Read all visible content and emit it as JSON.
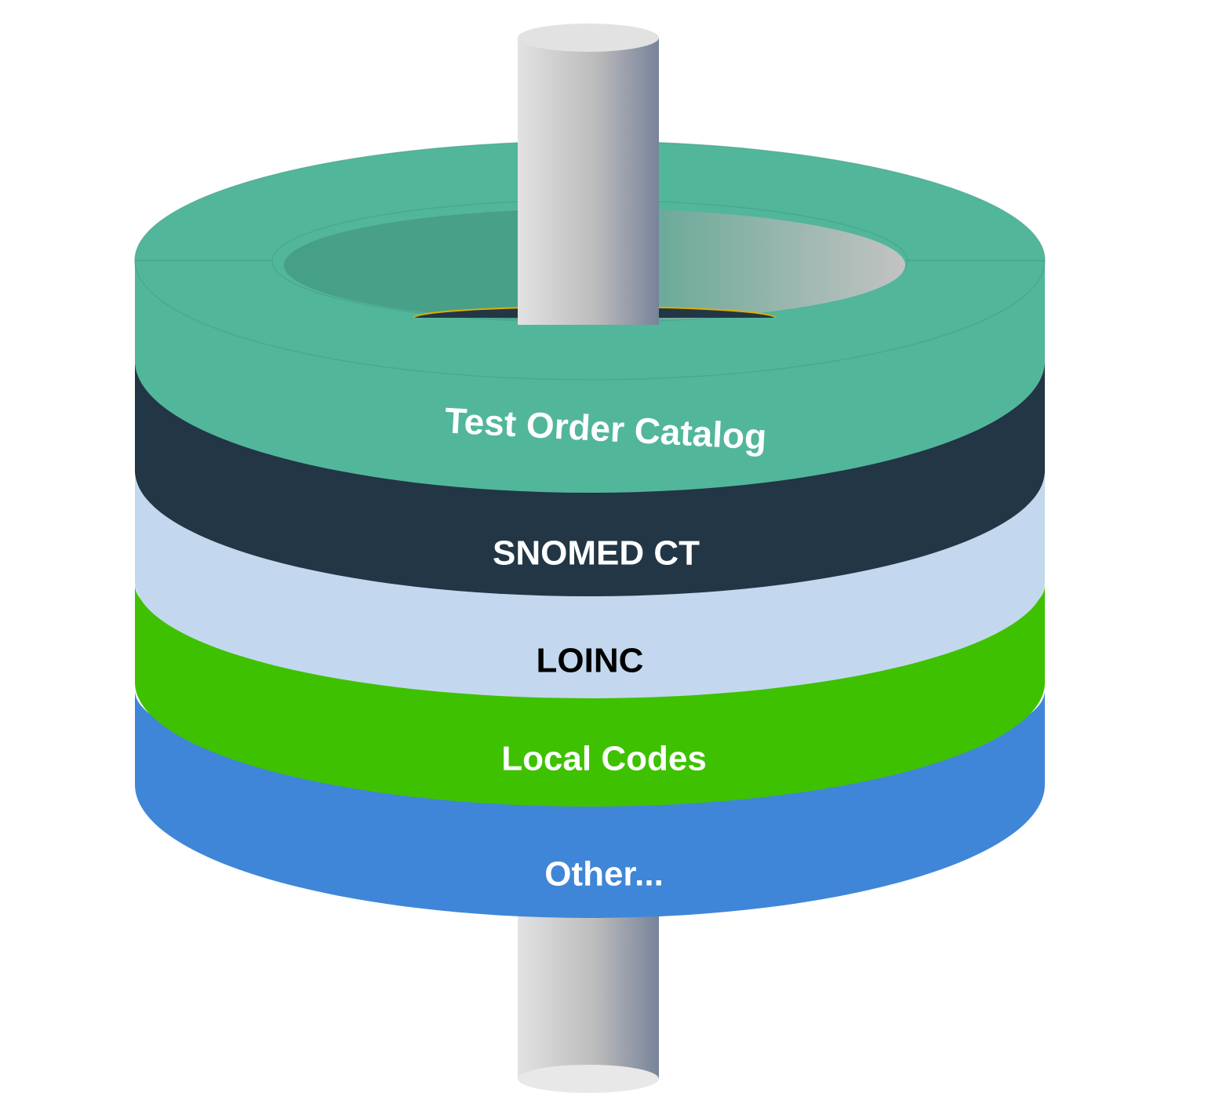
{
  "diagram": {
    "layers": [
      {
        "label": "Test Order Catalog",
        "color": "#52b69b",
        "text_color": "#ffffff"
      },
      {
        "label": "SNOMED CT",
        "color": "#223645",
        "text_color": "#ffffff"
      },
      {
        "label": "LOINC",
        "color": "#c3d8ee",
        "text_color": "#000000"
      },
      {
        "label": "Local Codes",
        "color": "#3ec100",
        "text_color": "#ffffff"
      },
      {
        "label": "Other...",
        "color": "#3f86d8",
        "text_color": "#ffffff"
      }
    ],
    "pole_colors": {
      "light": "#dedede",
      "mid": "#bdbdbd",
      "dark": "#7a8597"
    }
  }
}
